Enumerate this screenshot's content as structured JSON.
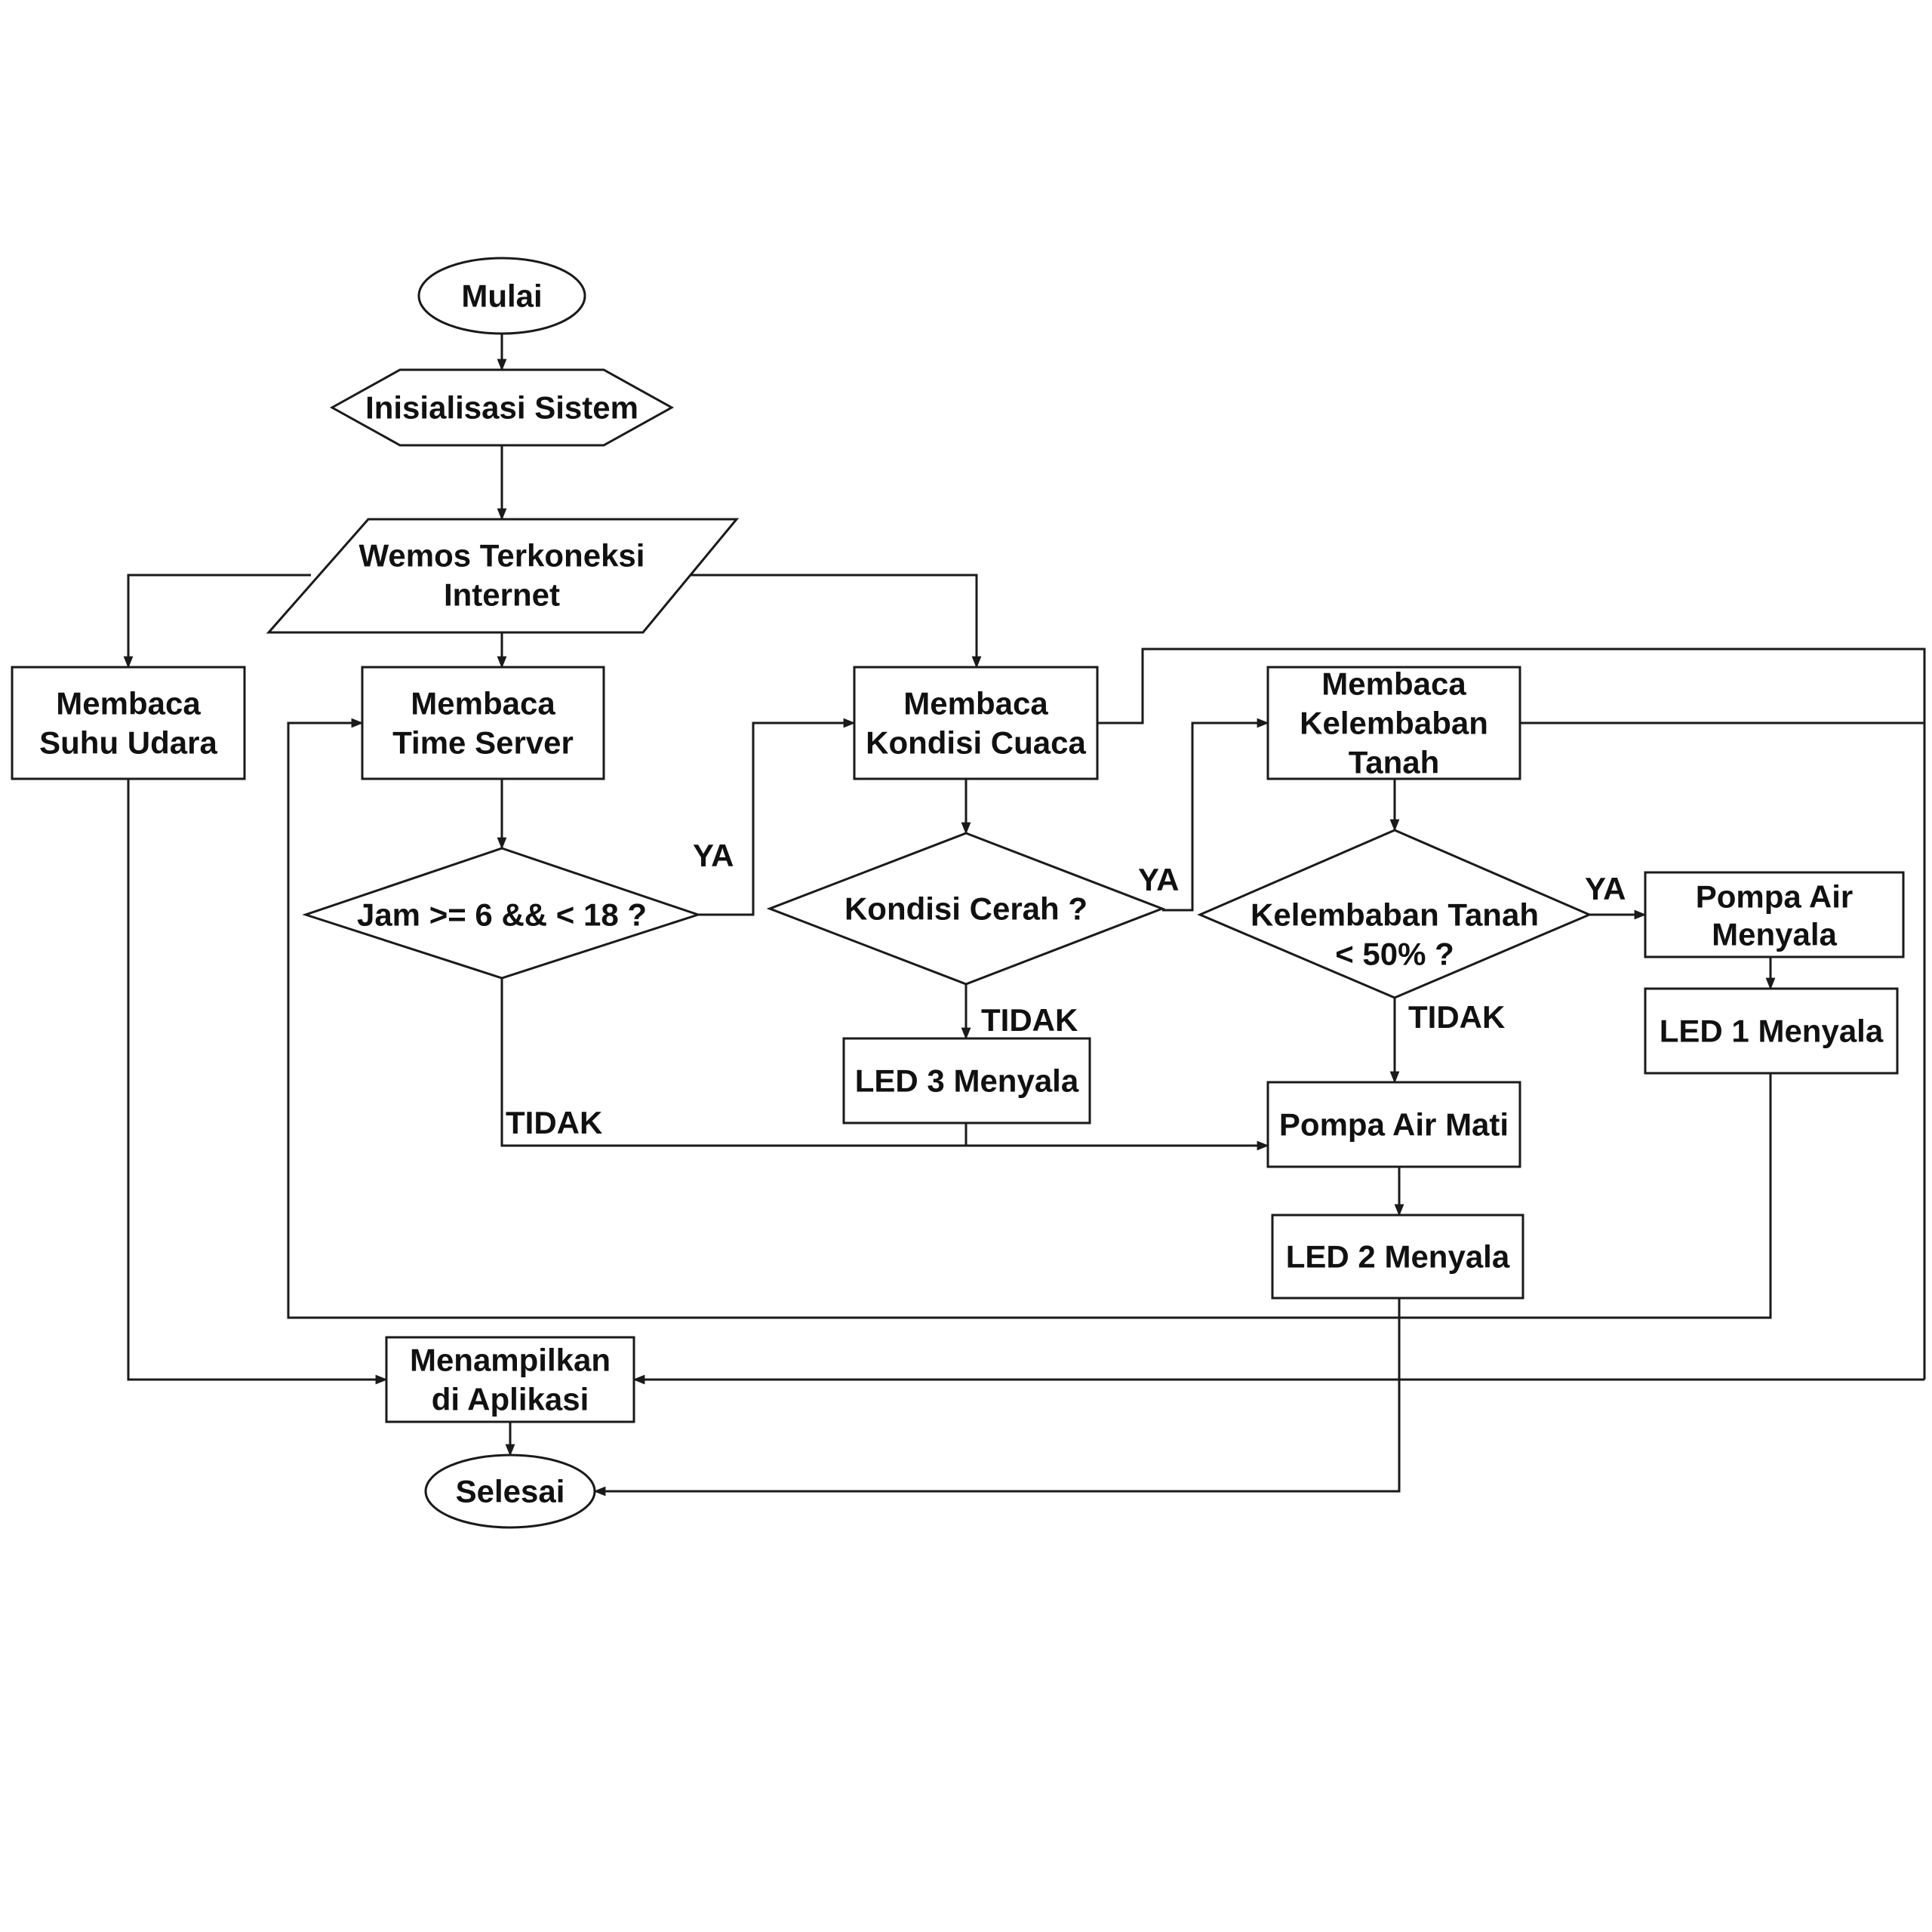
{
  "nodes": {
    "mulai": "Mulai",
    "inisialisasi": "Inisialisasi Sistem",
    "wemos_line1": "Wemos Terkoneksi",
    "wemos_line2": "Internet",
    "suhu_line1": "Membaca",
    "suhu_line2": "Suhu Udara",
    "time_line1": "Membaca",
    "time_line2": "Time Server",
    "cuaca_line1": "Membaca",
    "cuaca_line2": "Kondisi Cuaca",
    "kelembaban_line1": "Membaca",
    "kelembaban_line2": "Kelembaban",
    "kelembaban_line3": "Tanah",
    "jam": "Jam >= 6 && < 18 ?",
    "cerah": "Kondisi Cerah ?",
    "kt_line1": "Kelembaban Tanah",
    "kt_line2": "< 50% ?",
    "pompa_on_line1": "Pompa Air",
    "pompa_on_line2": "Menyala",
    "led1": "LED 1 Menyala",
    "led3": "LED 3 Menyala",
    "pompa_off": "Pompa Air Mati",
    "led2": "LED 2 Menyala",
    "tampil_line1": "Menampilkan",
    "tampil_line2": "di Aplikasi",
    "selesai": "Selesai"
  },
  "edge_labels": {
    "jam_ya": "YA",
    "jam_tidak": "TIDAK",
    "cerah_ya": "YA",
    "cerah_tidak": "TIDAK",
    "kt_ya": "YA",
    "kt_tidak": "TIDAK"
  }
}
